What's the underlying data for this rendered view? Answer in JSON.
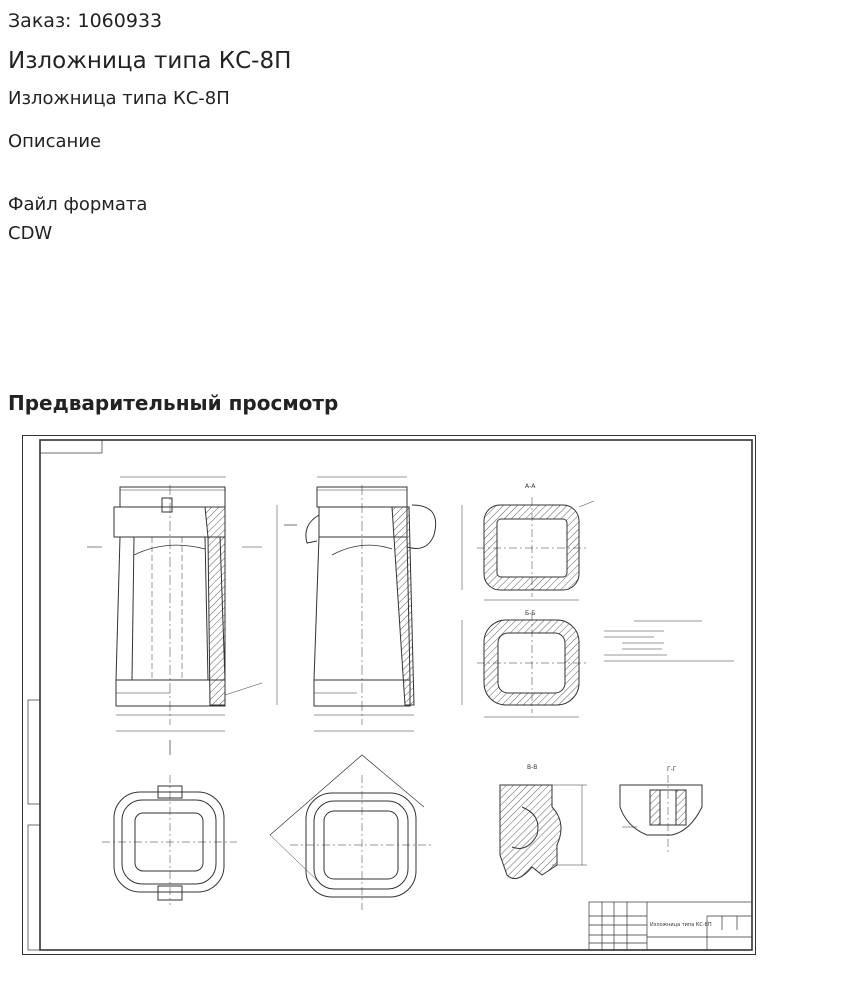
{
  "order": {
    "label": "Заказ:",
    "number": "1060933"
  },
  "product": {
    "title": "Изложница типа КС-8П",
    "subtitle": "Изложница типа КС-8П"
  },
  "description": {
    "label": "Описание"
  },
  "file_format": {
    "label": "Файл формата",
    "value": "CDW"
  },
  "preview": {
    "heading": "Предварительный просмотр",
    "sections": [
      "А-А",
      "Б-Б",
      "В-В",
      "Г-Г"
    ],
    "title_block_name": "Изложница типа КС-8П"
  },
  "colors": {
    "text": "#222222",
    "drawing_line": "#333333",
    "background": "#ffffff"
  }
}
